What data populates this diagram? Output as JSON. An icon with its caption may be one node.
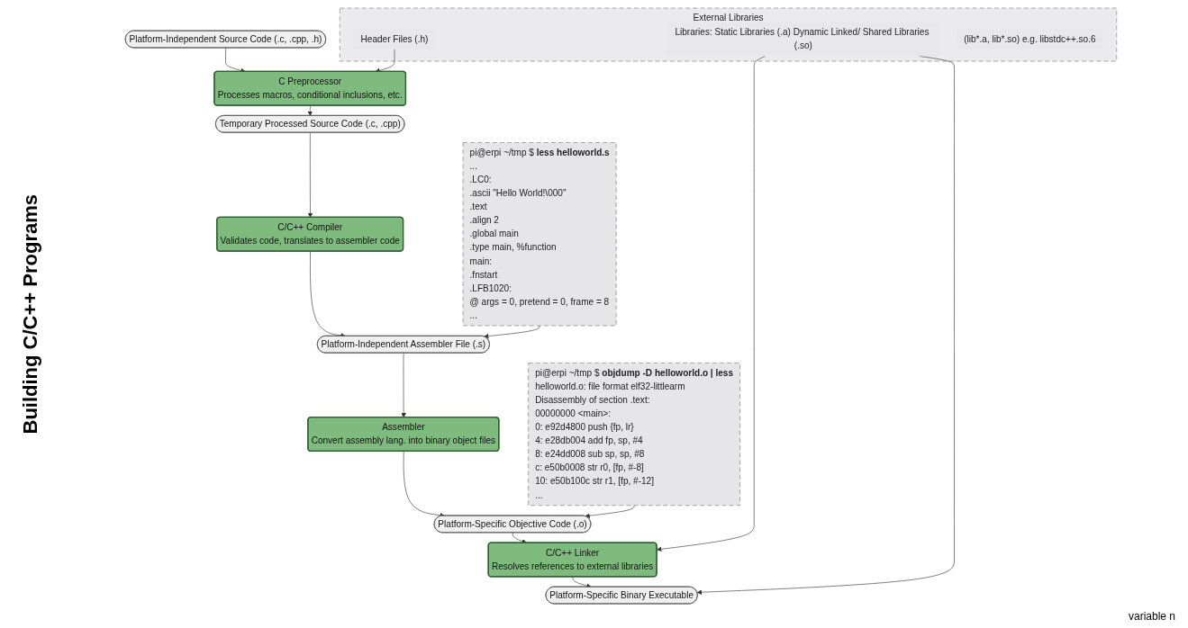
{
  "diagram": {
    "title": "Building C/C++ Programs",
    "nodes": [
      {
        "text": [
          "External Libraries"
        ]
      },
      {
        "text": [
          "Header Files (.h)"
        ],
        "in": 0
      },
      {
        "text": [
          "Libraries: Static Libraries (.a) Dynamic Linked/ Shared Libraries (.so)"
        ],
        "in": 0
      },
      {
        "text": [
          "(lib*.a, lib*.so) e.g. libstdc++.so.6"
        ],
        "in": 0
      },
      {
        "text": [
          "Platform-Independent Source Code (.c, .cpp, .h)"
        ]
      },
      {
        "text": [
          "C Preprocessor",
          "Processes macros, conditional inclusions, etc."
        ]
      },
      {
        "text": [
          "Temporary Processed Source Code (.c, .cpp)"
        ]
      },
      {
        "text": [
          "C/C++ Compiler",
          "Validates code, translates to assembler code"
        ]
      },
      {
        "text": [
          "Platform-Independent Assembler File (.s)"
        ]
      },
      {
        "text": [
          "Assembler",
          "Convert assembly lang. into binary object files"
        ]
      },
      {
        "text": [
          "Platform-Specific Objective Code (.o)"
        ]
      },
      {
        "text": [
          "C/C++ Linker",
          "Resolves references to external libraries"
        ]
      },
      {
        "text": [
          "Platform-Specific Binary Executable"
        ]
      },
      {
        "text": [
          "pi@erpi ~/tmp $ **less helloworld.s**",
          "...",
          ".LC0:",
          ".ascii \"Hello World!\\000\"",
          ".text",
          ".align 2",
          ".global main",
          ".type main, %function",
          "main:",
          ".fnstart",
          ".LFB1020:",
          "@ args = 0, pretend = 0, frame = 8",
          "..."
        ]
      },
      {
        "text": [
          "pi@erpi ~/tmp $ **objdump -D helloworld.o | less**",
          "helloworld.o: file format elf32-littlearm",
          "Disassembly of section .text:",
          "00000000 <main>:",
          "0: e92d4800 push {fp, lr}",
          "4: e28db004 add fp, sp, #4",
          "8: e24dd008 sub sp, sp, #8",
          "c: e50b0008 str r0, [fp, #-8]",
          "10: e50b100c str r1, [fp, #-12]",
          "..."
        ]
      }
    ],
    "edges": [
      {
        "from": 4,
        "to": 5,
        "arrow": "to"
      },
      {
        "from": 5,
        "to": 6,
        "arrow": "to"
      },
      {
        "from": 6,
        "to": 7,
        "arrow": "to"
      },
      {
        "from": 7,
        "to": 8,
        "arrow": "to"
      },
      {
        "from": 8,
        "to": 9,
        "arrow": "to"
      },
      {
        "from": 9,
        "to": 10,
        "arrow": "to"
      },
      {
        "from": 10,
        "to": 11,
        "arrow": "to"
      },
      {
        "from": 11,
        "to": 12,
        "arrow": "to"
      },
      {
        "from": 1,
        "to": 5,
        "arrow": "to"
      },
      {
        "from": 13,
        "to": 8,
        "arrow": "to"
      },
      {
        "from": 2,
        "to": 11,
        "arrow": "to"
      },
      {
        "from": 14,
        "to": 10,
        "arrow": "to"
      },
      {
        "from": 2,
        "to": 12,
        "arrow": "to"
      }
    ],
    "labels": [
      "variable n"
    ]
  }
}
